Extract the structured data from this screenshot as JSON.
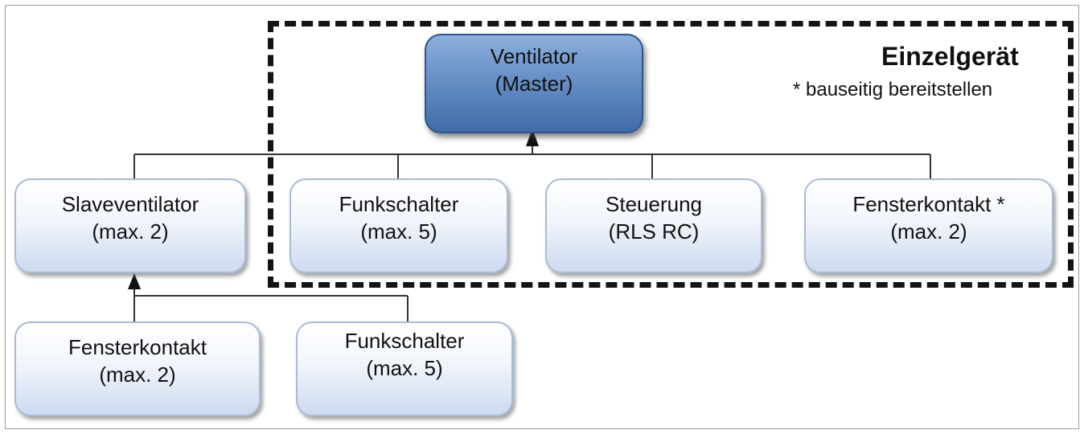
{
  "title": "Einzelgerät",
  "note": "* bauseitig bereitstellen",
  "nodes": {
    "master": {
      "line1": "Ventilator",
      "line2": "(Master)"
    },
    "slave": {
      "line1": "Slaveventilator",
      "line2": "(max. 2)"
    },
    "funk_top": {
      "line1": "Funkschalter",
      "line2": "(max. 5)"
    },
    "steuerung": {
      "line1": "Steuerung",
      "line2": "(RLS RC)"
    },
    "fenster_top": {
      "line1": "Fensterkontakt *",
      "line2": "(max. 2)"
    },
    "fenster_bottom": {
      "line1": "Fensterkontakt",
      "line2": "(max. 2)"
    },
    "funk_bottom": {
      "line1": "Funkschalter",
      "line2": "(max. 5)"
    }
  }
}
